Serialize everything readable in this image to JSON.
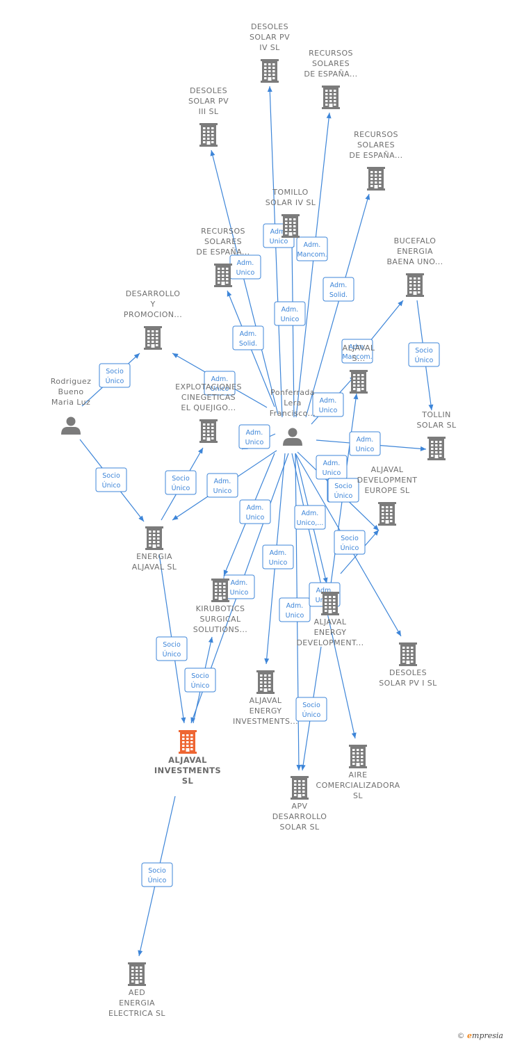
{
  "colors": {
    "edge": "#3d85d8",
    "company": "#7b7b7b",
    "main_company": "#ee6633",
    "person": "#7b7b7b"
  },
  "nodes": [
    {
      "id": "desoles_iv",
      "type": "company",
      "lines": [
        "DESOLES",
        "SOLAR PV",
        "IV  SL"
      ]
    },
    {
      "id": "recursos_1",
      "type": "company",
      "lines": [
        "RECURSOS",
        "SOLARES",
        "DE ESPAÑA..."
      ]
    },
    {
      "id": "desoles_iii",
      "type": "company",
      "lines": [
        "DESOLES",
        "SOLAR PV",
        "III  SL"
      ]
    },
    {
      "id": "recursos_2",
      "type": "company",
      "lines": [
        "RECURSOS",
        "SOLARES",
        "DE ESPAÑA..."
      ]
    },
    {
      "id": "tomillo",
      "type": "company",
      "lines": [
        "TOMILLO",
        "SOLAR IV  SL"
      ]
    },
    {
      "id": "recursos_3",
      "type": "company",
      "lines": [
        "RECURSOS",
        "SOLARES",
        "DE ESPAÑA..."
      ]
    },
    {
      "id": "bucefalo",
      "type": "company",
      "lines": [
        "BUCEFALO",
        "ENERGIA",
        "BAENA UNO..."
      ]
    },
    {
      "id": "desarrollo",
      "type": "company",
      "lines": [
        "DESARROLLO",
        "Y",
        "PROMOCION..."
      ]
    },
    {
      "id": "aljaval_s",
      "type": "company",
      "lines": [
        "ALJAVAL",
        "S..."
      ]
    },
    {
      "id": "rodriguez",
      "type": "person",
      "lines": [
        "Rodriguez",
        "Bueno",
        "Maria Luz"
      ]
    },
    {
      "id": "explotaciones",
      "type": "company",
      "lines": [
        "EXPLOTACIONES",
        "CINEGETICAS",
        "EL QUEJIGO..."
      ]
    },
    {
      "id": "ponferrada",
      "type": "person",
      "lines": [
        "Ponferrada",
        "Lera",
        "Francisco..."
      ]
    },
    {
      "id": "tollin",
      "type": "company",
      "lines": [
        "TOLLIN",
        "SOLAR  SL"
      ]
    },
    {
      "id": "aljaval_europe",
      "type": "company",
      "lines": [
        "ALJAVAL",
        "DEVELOPMENT",
        "EUROPE  SL"
      ]
    },
    {
      "id": "energia_aljaval",
      "type": "company",
      "lines": [
        "ENERGIA",
        "ALJAVAL  SL"
      ]
    },
    {
      "id": "kirubotics",
      "type": "company",
      "lines": [
        "KIRUBOTICS",
        "SURGICAL",
        "SOLUTIONS..."
      ]
    },
    {
      "id": "aljaval_energy_dev",
      "type": "company",
      "lines": [
        "ALJAVAL",
        "ENERGY",
        "DEVELOPMENT..."
      ]
    },
    {
      "id": "desoles_i",
      "type": "company",
      "lines": [
        "DESOLES",
        "SOLAR PV I  SL"
      ]
    },
    {
      "id": "aljaval_energy_inv",
      "type": "company",
      "lines": [
        "ALJAVAL",
        "ENERGY",
        "INVESTMENTS..."
      ]
    },
    {
      "id": "aljaval_investments",
      "type": "main",
      "lines": [
        "ALJAVAL",
        "INVESTMENTS",
        "SL"
      ]
    },
    {
      "id": "aire",
      "type": "company",
      "lines": [
        "AIRE",
        "COMERCIALIZADORA",
        "SL"
      ]
    },
    {
      "id": "apv",
      "type": "company",
      "lines": [
        "APV",
        "DESARROLLO",
        "SOLAR  SL"
      ]
    },
    {
      "id": "aed",
      "type": "company",
      "lines": [
        "AED",
        "ENERGIA",
        "ELECTRICA  SL"
      ]
    }
  ],
  "edges": [
    {
      "from": "ponferrada",
      "to": "desoles_iv",
      "label": [
        "Adm.",
        "Unico"
      ]
    },
    {
      "from": "ponferrada",
      "to": "recursos_1",
      "label": [
        "Adm.",
        "Mancom."
      ]
    },
    {
      "from": "ponferrada",
      "to": "desoles_iii",
      "label": [
        "Adm.",
        "Unico"
      ]
    },
    {
      "from": "ponferrada",
      "to": "recursos_2",
      "label": [
        "Adm.",
        "Solid."
      ]
    },
    {
      "from": "ponferrada",
      "to": "tomillo",
      "label": [
        "Adm.",
        "Unico"
      ]
    },
    {
      "from": "ponferrada",
      "to": "recursos_3",
      "label": [
        "Adm.",
        "Solid."
      ]
    },
    {
      "from": "ponferrada",
      "to": "desarrollo",
      "label": [
        "Adm.",
        "Unico"
      ]
    },
    {
      "from": "ponferrada",
      "to": "aljaval_s",
      "label": [
        "Adm.",
        "Unico"
      ]
    },
    {
      "from": "aljaval_s",
      "to": "bucefalo",
      "label": [
        "Adm.",
        "Mancom."
      ]
    },
    {
      "from": "bucefalo",
      "to": "tollin",
      "label": [
        "Socio",
        "Único"
      ]
    },
    {
      "from": "rodriguez",
      "to": "desarrollo",
      "label": [
        "Socio",
        "Único"
      ]
    },
    {
      "from": "rodriguez",
      "to": "energia_aljaval",
      "label": [
        "Socio",
        "Único"
      ]
    },
    {
      "from": "energia_aljaval",
      "to": "explotaciones",
      "label": [
        "Socio",
        "Único"
      ]
    },
    {
      "from": "ponferrada",
      "to": "explotaciones",
      "label": [
        "Adm.",
        "Unico"
      ]
    },
    {
      "from": "ponferrada",
      "to": "energia_aljaval",
      "label": [
        "Adm.",
        "Unico"
      ]
    },
    {
      "from": "ponferrada",
      "to": "tollin",
      "label": [
        "Adm.",
        "Unico"
      ]
    },
    {
      "from": "ponferrada",
      "to": "aljaval_europe",
      "label": [
        "Adm.",
        "Unico"
      ]
    },
    {
      "from": "ponferrada",
      "to": "kirubotics",
      "label": [
        "Adm.",
        "Unico"
      ]
    },
    {
      "from": "ponferrada",
      "to": "aljaval_energy_dev",
      "label": [
        "Adm.",
        "Unico,..."
      ]
    },
    {
      "from": "ponferrada",
      "to": "desoles_i",
      "label": [
        "Adm.",
        "Unico"
      ]
    },
    {
      "from": "ponferrada",
      "to": "aljaval_energy_inv",
      "label": [
        "Adm.",
        "Unico"
      ]
    },
    {
      "from": "ponferrada",
      "to": "apv",
      "label": [
        "Adm.",
        "Unico"
      ]
    },
    {
      "from": "ponferrada",
      "to": "aire",
      "label": [
        "Adm.",
        "Unico"
      ]
    },
    {
      "from": "ponferrada",
      "to": "aljaval_investments",
      "label": [
        "Adm.",
        "Unico"
      ]
    },
    {
      "from": "energia_aljaval",
      "to": "aljaval_investments",
      "label": [
        "Socio",
        "Único"
      ]
    },
    {
      "from": "aljaval_investments",
      "to": "kirubotics",
      "label": [
        "Socio",
        "Único"
      ]
    },
    {
      "from": "aljaval_energy_dev",
      "to": "aljaval_europe",
      "label": [
        "Socio",
        "Único"
      ]
    },
    {
      "from": "aljaval_energy_dev",
      "to": "aljaval_s",
      "label": [
        "Socio",
        "Único"
      ]
    },
    {
      "from": "aljaval_energy_dev",
      "to": "apv",
      "label": [
        "Socio",
        "Único"
      ]
    },
    {
      "from": "aljaval_investments",
      "to": "aed",
      "label": [
        "Socio",
        "Único"
      ]
    }
  ],
  "footer": {
    "copyright": "©",
    "brand_first": "e",
    "brand_rest": "mpresia"
  }
}
